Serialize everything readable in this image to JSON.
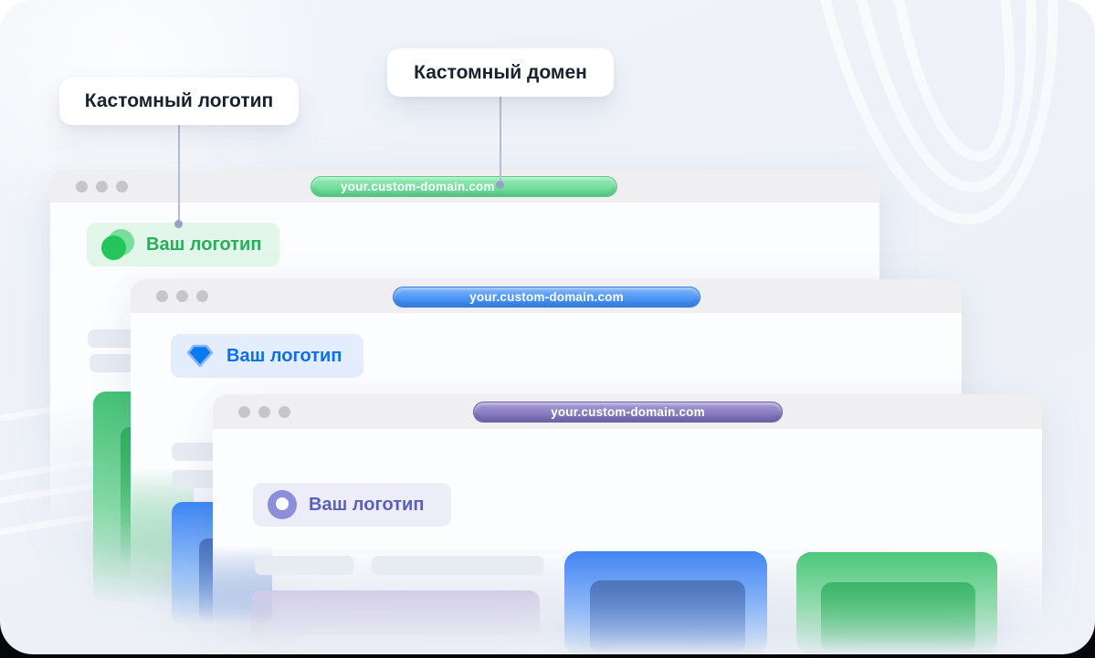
{
  "callouts": {
    "logo_label": "Кастомный логотип",
    "domain_label": "Кастомный домен"
  },
  "windows": [
    {
      "name": "green-window",
      "domain": "your.custom-domain.com",
      "logo_text": "Ваш логотип",
      "logo_icon": "overlapping-circles-icon",
      "colors": {
        "accent": "#27ae58",
        "logo-bg": "#e3f6ea",
        "pill-top": "#98eab4",
        "pill-bottom": "#66d893",
        "pill-border": "#55cf86",
        "card-top": "#43c274",
        "card-inner": "#2db25e"
      }
    },
    {
      "name": "blue-window",
      "domain": "your.custom-domain.com",
      "logo_text": "Ваш логотип",
      "logo_icon": "diamond-icon",
      "colors": {
        "accent": "#0c6ef0",
        "logo-bg": "#e4edfc",
        "pill-top": "#7db3f8",
        "pill-bottom": "#3e8cf3",
        "pill-border": "#2f7de8",
        "card-top": "#3e86f5",
        "card-inner": "#4a72bd"
      }
    },
    {
      "name": "purple-window",
      "domain": "your.custom-domain.com",
      "logo_text": "Ваш логотип",
      "logo_icon": "donut-icon",
      "colors": {
        "accent": "#5a5fb9",
        "logo-bg": "#ededf8",
        "pill-top": "#a89ed5",
        "pill-bottom": "#7d70b9",
        "pill-border": "#6a5ea7",
        "fade-bar": "#d3cce7",
        "card-blue-top": "#4285f4",
        "card-blue-inner": "#4f74b8",
        "card-green-top": "#4dc87b",
        "card-green-inner": "#3cb56b"
      }
    }
  ]
}
